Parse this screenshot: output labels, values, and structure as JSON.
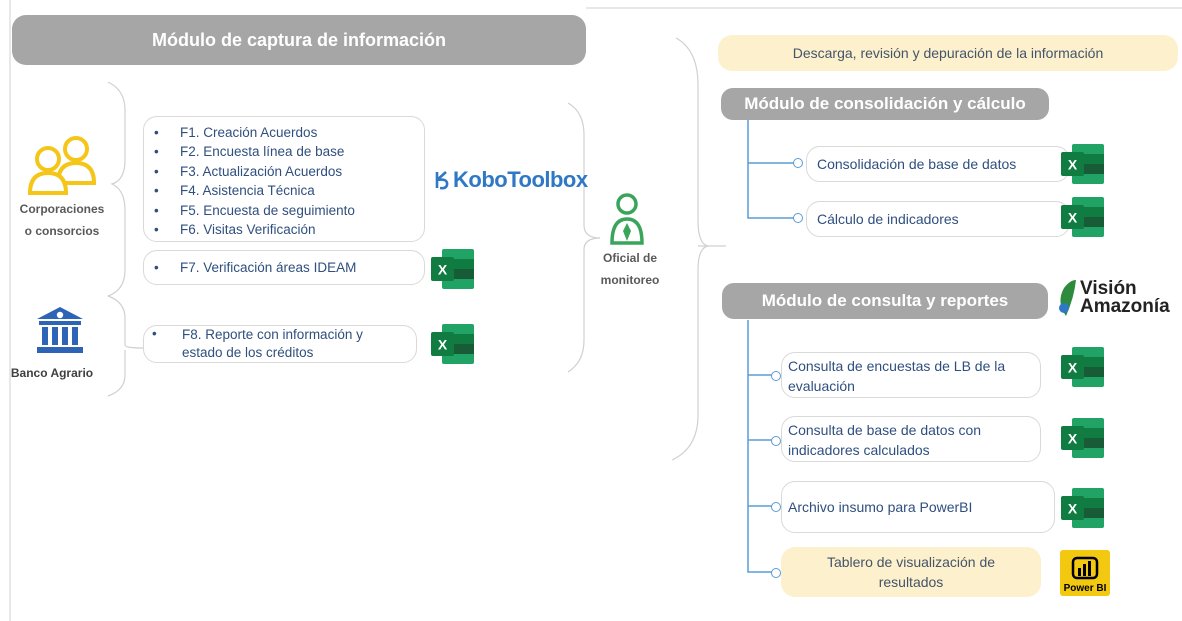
{
  "title": "Módulo de captura de información",
  "sources": {
    "corporaciones_label_1": "Corporaciones",
    "corporaciones_label_2": "o consorcios",
    "banco_label": "Banco Agrario"
  },
  "kobo_list": [
    "F1. Creación Acuerdos",
    "F2. Encuesta línea de base",
    "F3. Actualización Acuerdos",
    "F4. Asistencia Técnica",
    "F5. Encuesta de seguimiento",
    "F6. Visitas Verificación"
  ],
  "f7": "F7. Verificación áreas IDEAM",
  "f8_line1": "F8. Reporte con información y",
  "f8_line2": "estado de los créditos",
  "kobo_logo": "KoboToolbox",
  "officer_1": "Oficial de",
  "officer_2": "monitoreo",
  "download_note": "Descarga, revisión y depuración de la información",
  "consolidation": {
    "title": "Módulo de consolidación y cálculo",
    "items": [
      "Consolidación de base de datos",
      "Cálculo de indicadores"
    ]
  },
  "reports": {
    "title": "Módulo de consulta y reportes",
    "items": [
      {
        "l1": "Consulta de encuestas de LB de la",
        "l2": "evaluación"
      },
      {
        "l1": "Consulta de base de datos con",
        "l2": "indicadores calculados"
      },
      {
        "l1": "Archivo insumo para PowerBI",
        "l2": ""
      },
      {
        "l1": "Tablero de visualización de",
        "l2": "resultados"
      }
    ]
  },
  "vision_logo": {
    "l1": "Visión",
    "l2": "Amazonía"
  },
  "powerbi_label": "Power BI",
  "excel_letter": "X",
  "colors": {
    "grey_bar": "#a6a6a6",
    "yellow": "#fdf0cc",
    "person": "#f5c518",
    "officer": "#3aa55a",
    "bank": "#2e64b5",
    "excel_green": "#1d6f42",
    "text_blue": "#2f4f7f",
    "kobo_blue": "#2f78c4"
  }
}
